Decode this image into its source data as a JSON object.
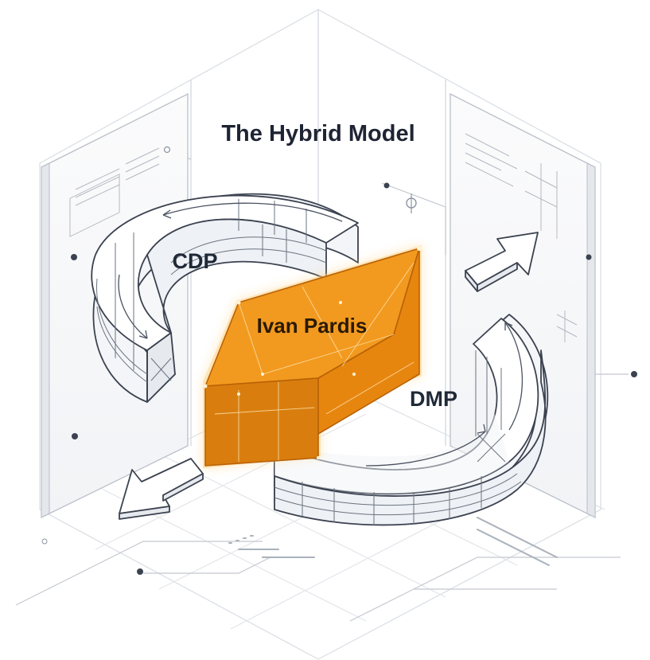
{
  "diagram": {
    "title": "The Hybrid Model",
    "nodes": {
      "cdp": "CDP",
      "dmp": "DMP",
      "core": "Ivan Pardis"
    }
  },
  "colors": {
    "core_fill": "#f29a1f",
    "core_shadow": "#d97e0e",
    "core_dark": "#c46c08",
    "glow": "#ffcf7a",
    "line": "#3b4250",
    "faint_line": "#c9ced6",
    "panel_fill": "#f6f7f9"
  }
}
